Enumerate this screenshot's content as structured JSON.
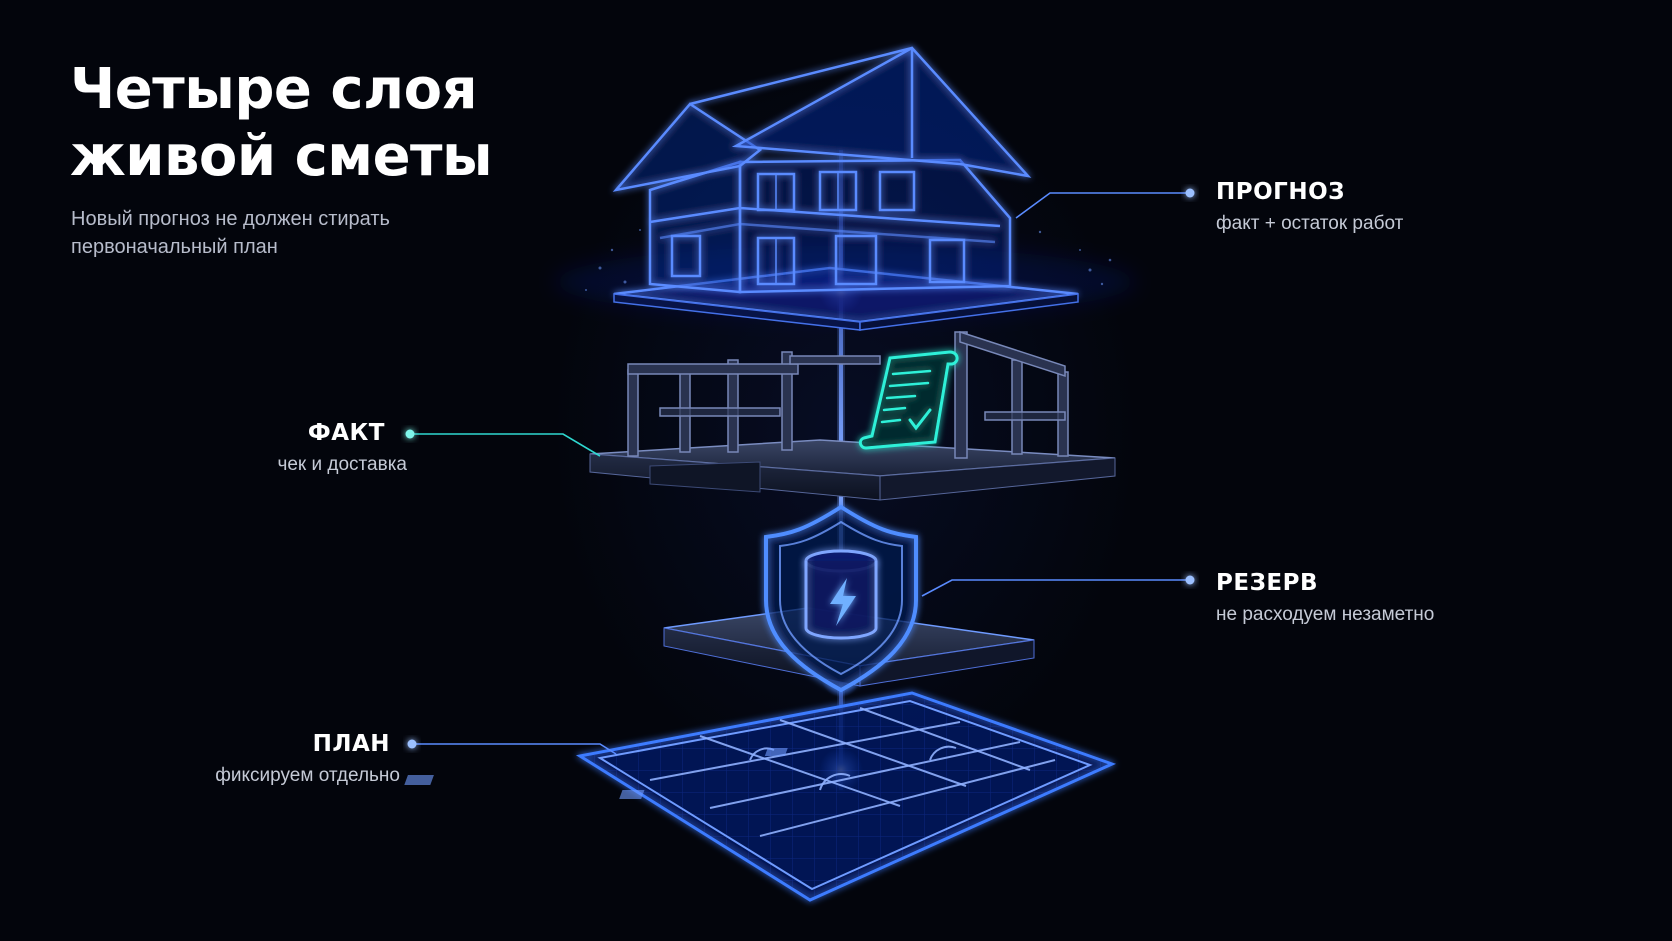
{
  "header": {
    "title_lines": [
      "Четыре слоя",
      "живой сметы"
    ],
    "subtitle_lines": [
      "Новый прогноз не должен стирать",
      "первоначальный план"
    ]
  },
  "layers": {
    "forecast": {
      "label": "ПРОГНОЗ",
      "description": "факт + остаток работ",
      "icon": "house-wireframe-icon"
    },
    "fact": {
      "label": "ФАКТ",
      "description": "чек и доставка",
      "icon": "receipt-scroll-icon"
    },
    "reserve": {
      "label": "РЕЗЕРВ",
      "description": "не расходуем незаметно",
      "icon": "shield-battery-icon"
    },
    "plan": {
      "label": "ПЛАН",
      "description": "фиксируем отдельно",
      "icon": "floor-plan-icon"
    }
  },
  "colors": {
    "background": "#03050c",
    "accent_blue": "#2f6bff",
    "glow_blue": "#4f8dff",
    "accent_cyan": "#2ff0d8",
    "text_primary": "#ffffff",
    "text_secondary": "#c5cad6"
  }
}
